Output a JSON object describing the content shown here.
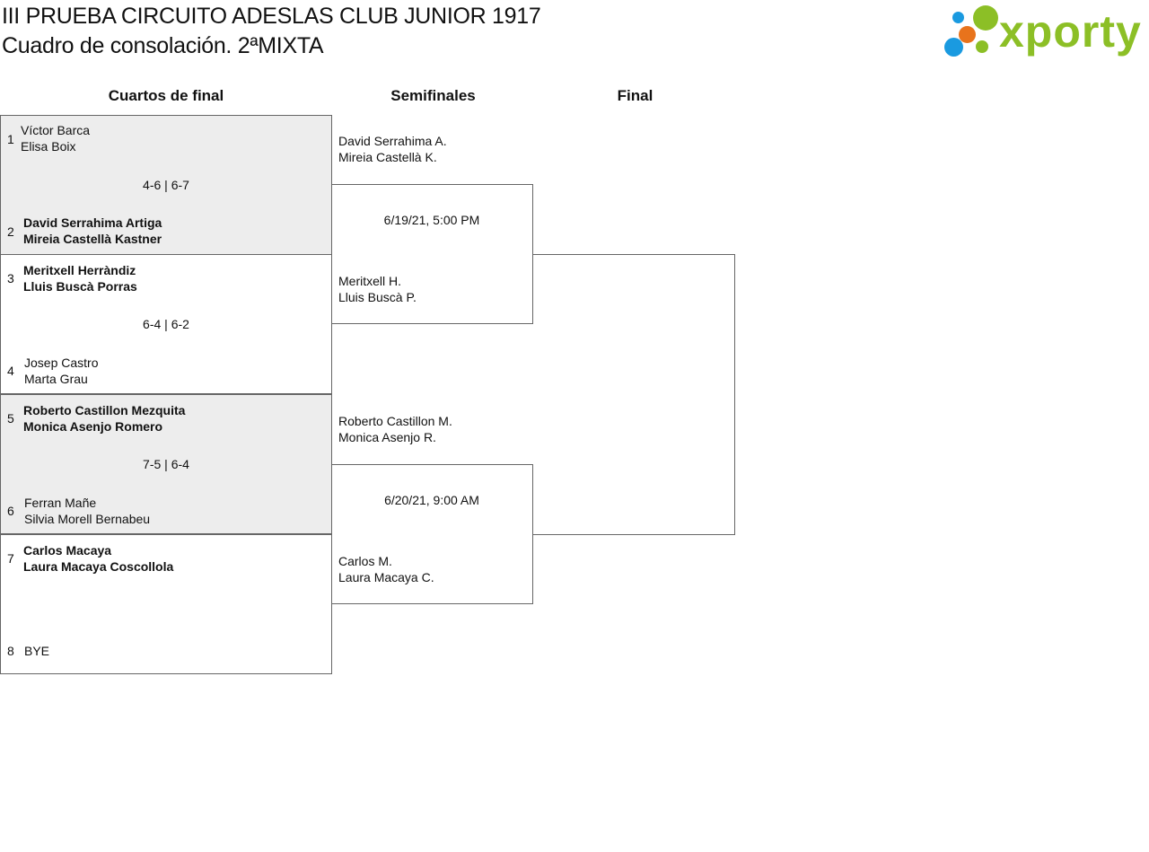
{
  "header": {
    "title": "III PRUEBA CIRCUITO ADESLAS CLUB JUNIOR 1917",
    "subtitle": "Cuadro de consolación. 2ªMIXTA",
    "logo_text": "xporty"
  },
  "colors": {
    "logo_green": "#8cbf26",
    "logo_blue": "#1a9ae0",
    "logo_orange": "#e8731c",
    "match_gray": "#ededed"
  },
  "rounds": {
    "quarterfinals": "Cuartos de final",
    "semifinals": "Semifinales",
    "final": "Final"
  },
  "quarterfinals": [
    {
      "score": "4-6 | 6-7",
      "top": {
        "seed": "1",
        "p1": "Víctor Barca",
        "p2": "Elisa Boix"
      },
      "bottom": {
        "seed": "2",
        "p1": "David Serrahima Artiga",
        "p2": "Mireia Castellà Kastner"
      }
    },
    {
      "score": "6-4 | 6-2",
      "top": {
        "seed": "3",
        "p1": "Meritxell Herràndiz",
        "p2": "Lluis Buscà Porras"
      },
      "bottom": {
        "seed": "4",
        "p1": "Josep Castro",
        "p2": "Marta Grau"
      }
    },
    {
      "score": "7-5 | 6-4",
      "top": {
        "seed": "5",
        "p1": "Roberto Castillon Mezquita",
        "p2": "Monica Asenjo Romero"
      },
      "bottom": {
        "seed": "6",
        "p1": "Ferran Mañe",
        "p2": "Silvia Morell Bernabeu"
      }
    },
    {
      "score": "",
      "top": {
        "seed": "7",
        "p1": "Carlos Macaya",
        "p2": "Laura Macaya Coscollola"
      },
      "bottom": {
        "seed": "8",
        "p1": "BYE",
        "p2": ""
      }
    }
  ],
  "semifinals": [
    {
      "date": "6/19/21, 5:00 PM",
      "top": {
        "p1": "David Serrahima A.",
        "p2": "Mireia Castellà K."
      },
      "bottom": {
        "p1": "Meritxell H.",
        "p2": "Lluis Buscà P."
      }
    },
    {
      "date": "6/20/21, 9:00 AM",
      "top": {
        "p1": "Roberto Castillon M.",
        "p2": "Monica Asenjo R."
      },
      "bottom": {
        "p1": "Carlos M.",
        "p2": "Laura Macaya C."
      }
    }
  ]
}
